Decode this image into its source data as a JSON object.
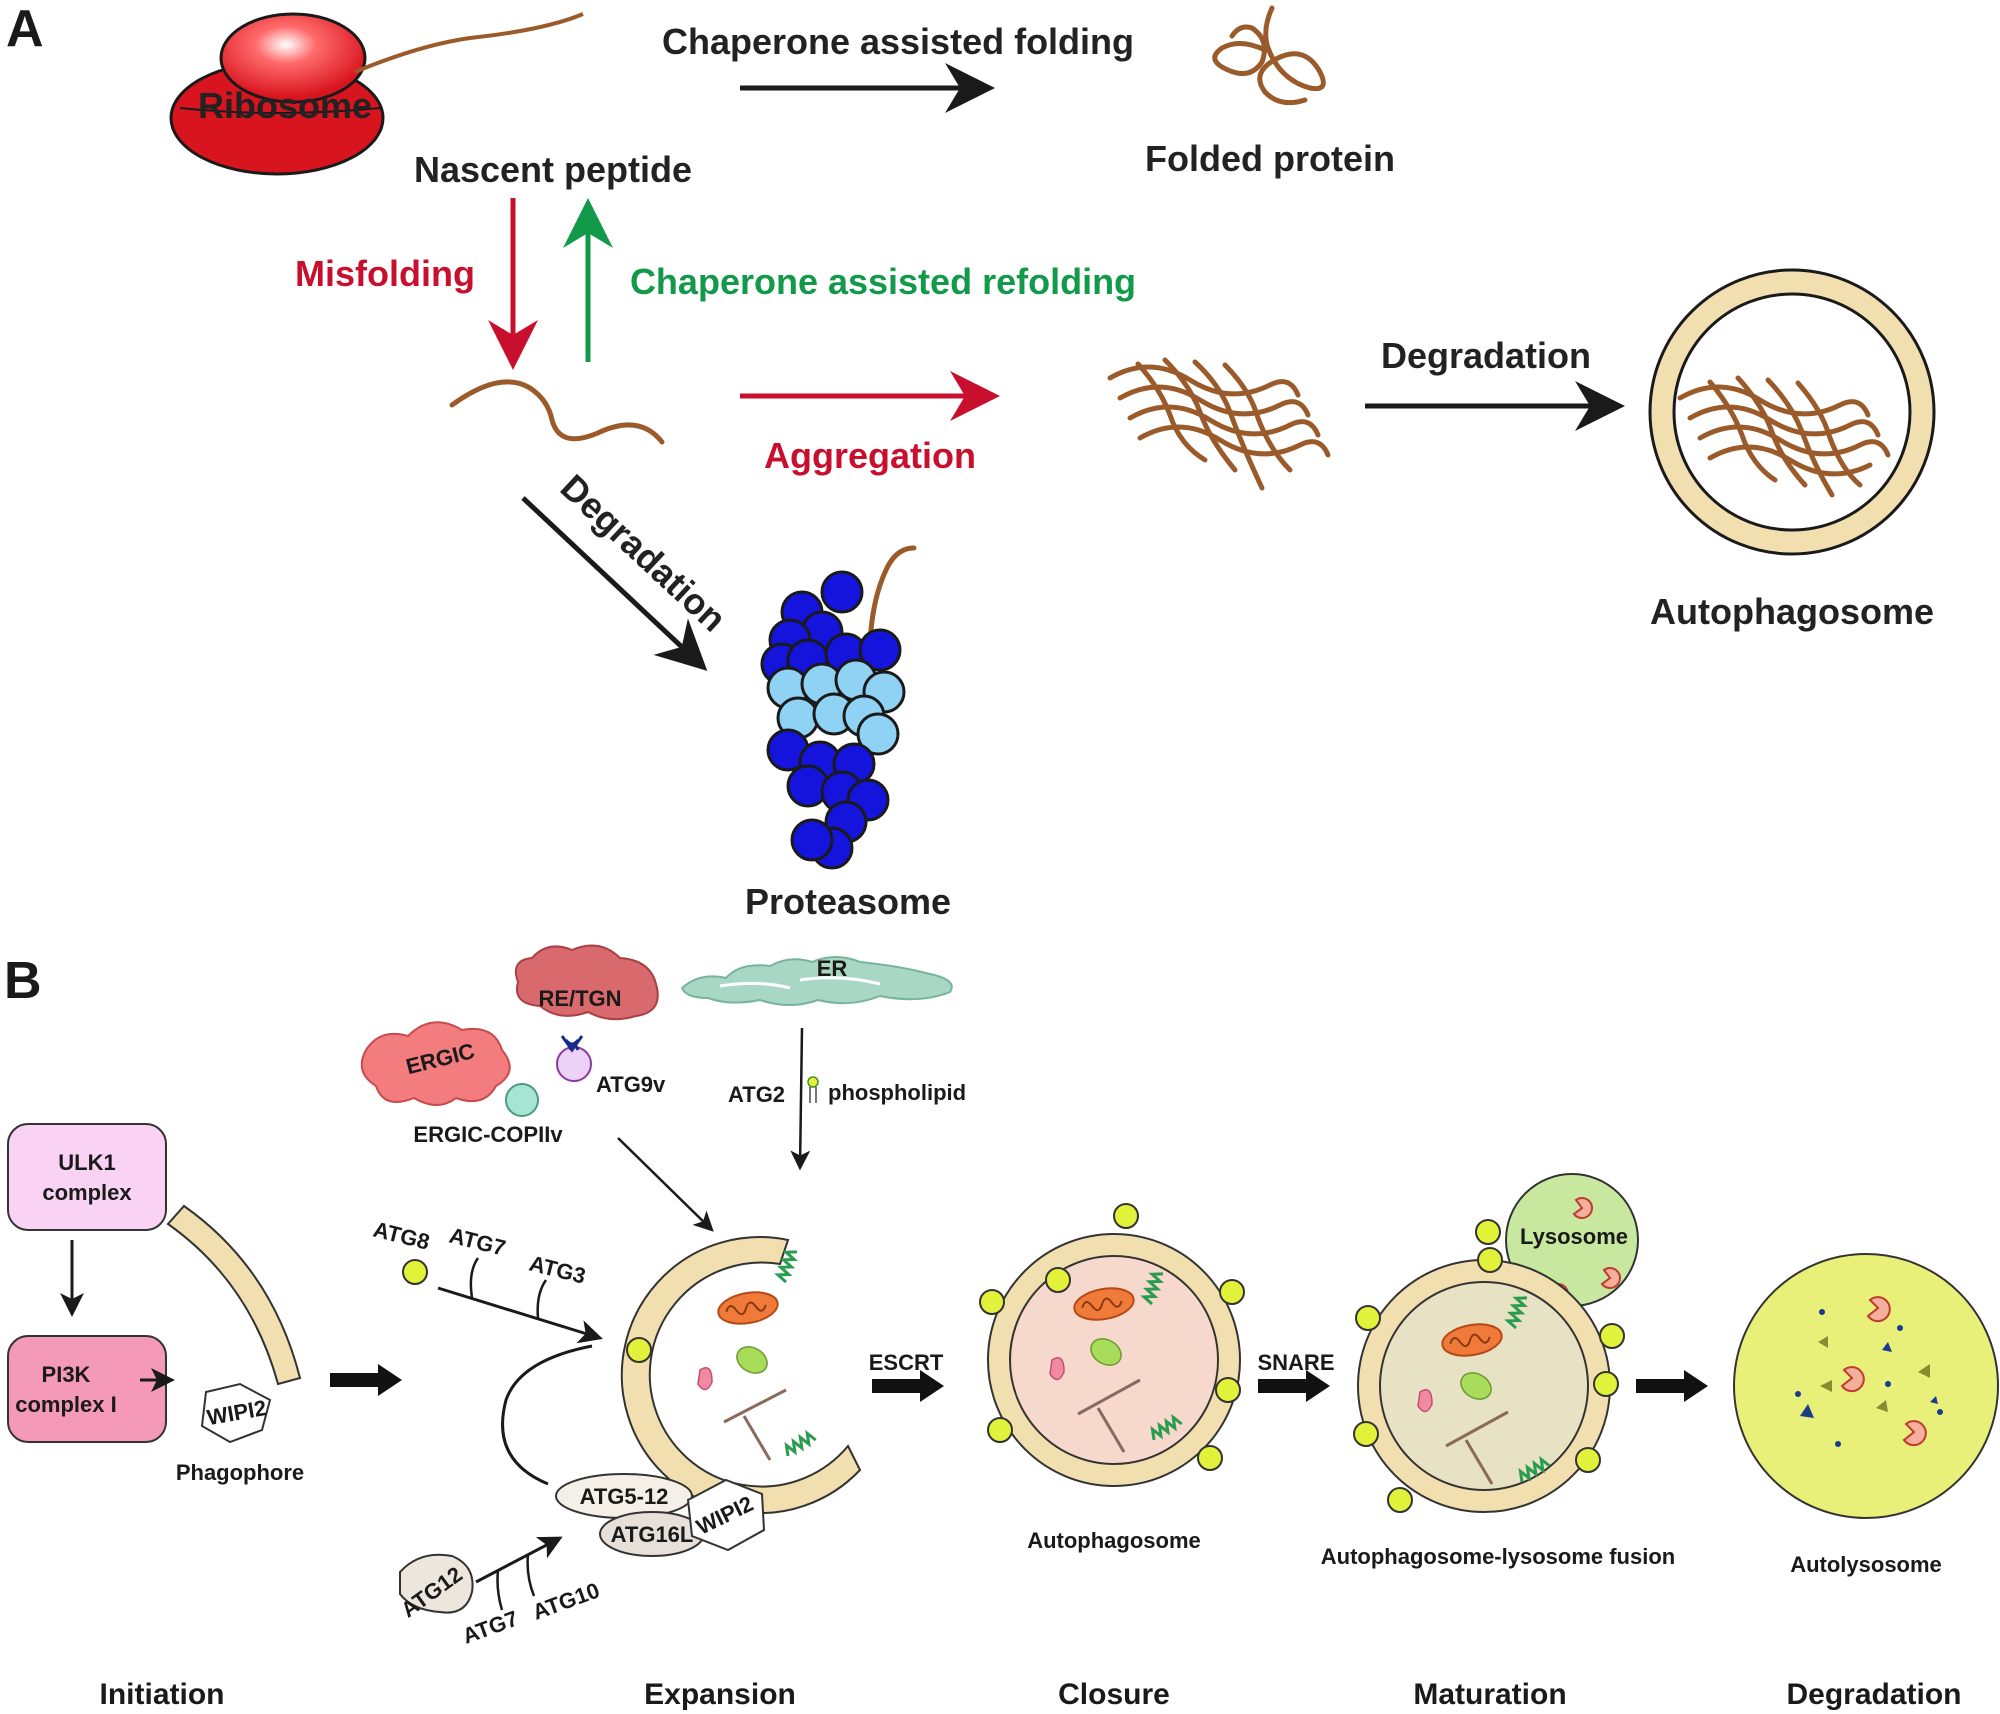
{
  "panel_a": {
    "letter": "A",
    "ribosome": "Ribosome",
    "nascent_peptide": "Nascent peptide",
    "chaperone_folding": "Chaperone assisted folding",
    "folded_protein": "Folded protein",
    "misfolding": "Misfolding",
    "chaperone_refolding": "Chaperone assisted refolding",
    "aggregation": "Aggregation",
    "degradation_autophagy": "Degradation",
    "autophagosome": "Autophagosome",
    "degradation_proteasome": "Degradation",
    "proteasome": "Proteasome"
  },
  "panel_b": {
    "letter": "B",
    "re_tgn": "RE/TGN",
    "er": "ER",
    "ergic": "ERGIC",
    "atg9v": "ATG9v",
    "ergic_copiiv": "ERGIC-COPIIv",
    "atg2": "ATG2",
    "phospholipid": "phospholipid",
    "ulk1_line1": "ULK1",
    "ulk1_line2": "complex",
    "pi3k_line1": "PI3K",
    "pi3k_line2": "complex I",
    "wipi2": "WIPI2",
    "phagophore": "Phagophore",
    "atg8": "ATG8",
    "atg7_top": "ATG7",
    "atg3": "ATG3",
    "atg5_12": "ATG5-12",
    "atg16l": "ATG16L",
    "wipi2_b": "WIPI2",
    "atg12": "ATG12",
    "atg7_bottom": "ATG7",
    "atg10": "ATG10",
    "escrt": "ESCRT",
    "snare": "SNARE",
    "lysosome": "Lysosome",
    "autophagosome": "Autophagosome",
    "fusion": "Autophagosome-lysosome fusion",
    "autolysosome": "Autolysosome",
    "stages": [
      "Initiation",
      "Expansion",
      "Closure",
      "Maturation",
      "Degradation"
    ]
  },
  "colors": {
    "red": "#c8102e",
    "green": "#12994a",
    "peptide_brown": "#9a5a2a",
    "membrane_tan": "#f2dfb0",
    "proteasome_dark": "#1414dc",
    "proteasome_light": "#8fd2f4",
    "atg8_yellow": "#e2f23a"
  }
}
